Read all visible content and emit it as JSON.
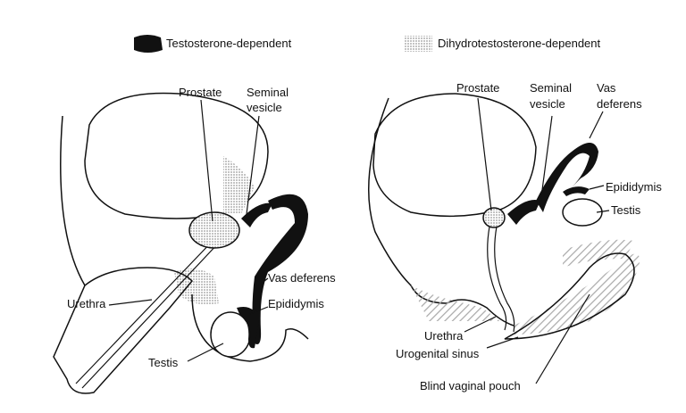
{
  "legend": {
    "testosterone": "Testosterone-dependent",
    "dht": "Dihydrotestosterone-dependent"
  },
  "male": {
    "prostate": "Prostate",
    "seminal_1": "Seminal",
    "seminal_2": "vesicle",
    "vas_deferens": "Vas deferens",
    "urethra": "Urethra",
    "epididymis": "Epididymis",
    "testis": "Testis"
  },
  "female": {
    "prostate": "Prostate",
    "seminal_1": "Seminal",
    "seminal_2": "vesicle",
    "vas_1": "Vas",
    "vas_2": "deferens",
    "epididymis": "Epididymis",
    "testis": "Testis",
    "urethra": "Urethra",
    "urogenital_sinus": "Urogenital sinus",
    "blind_vaginal_pouch": "Blind vaginal pouch"
  },
  "colors": {
    "ink": "#111111",
    "dht_shade": "#c8c8c8"
  }
}
